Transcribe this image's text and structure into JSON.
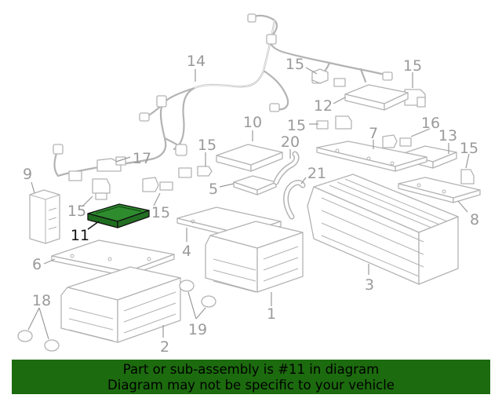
{
  "colors": {
    "line_art": "#b3b3b3",
    "callout": "#9a9a9a",
    "highlight_fill": "#2e8b2e",
    "highlight_stroke": "#111111",
    "banner_bg": "#1c6b0e",
    "banner_text": "#000000"
  },
  "callouts": [
    "1",
    "2",
    "3",
    "4",
    "5",
    "6",
    "7",
    "8",
    "9",
    "10",
    "11",
    "12",
    "13",
    "14",
    "15",
    "16",
    "17",
    "18",
    "19",
    "20",
    "21"
  ],
  "highlighted_callout": "11",
  "banner": {
    "line1": "Part or sub-assembly is #11 in diagram",
    "line2": "Diagram may not be specific to your vehicle"
  }
}
